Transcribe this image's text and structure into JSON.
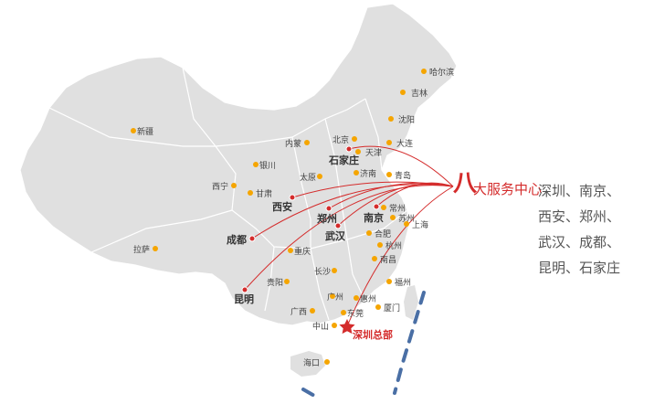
{
  "colors": {
    "land": "#e0e0e0",
    "border": "#ffffff",
    "accent": "#d42b2b",
    "city_dot": "#f5a500",
    "text": "#444444",
    "coast_dash": "#4a6fa5"
  },
  "headquarters": {
    "label": "深圳总部"
  },
  "service_centers": [
    {
      "id": "shijiazhuang",
      "label": "石家庄"
    },
    {
      "id": "xian",
      "label": "西安"
    },
    {
      "id": "zhengzhou",
      "label": "郑州"
    },
    {
      "id": "nanjing",
      "label": "南京"
    },
    {
      "id": "wuhan",
      "label": "武汉"
    },
    {
      "id": "chengdu",
      "label": "成都"
    },
    {
      "id": "kunming",
      "label": "昆明"
    }
  ],
  "cities": [
    {
      "label": "哈尔滨"
    },
    {
      "label": "吉林"
    },
    {
      "label": "沈阳"
    },
    {
      "label": "大连"
    },
    {
      "label": "北京"
    },
    {
      "label": "天津"
    },
    {
      "label": "内蒙"
    },
    {
      "label": "新疆"
    },
    {
      "label": "银川"
    },
    {
      "label": "太原"
    },
    {
      "label": "济南"
    },
    {
      "label": "青岛"
    },
    {
      "label": "西宁"
    },
    {
      "label": "甘肃"
    },
    {
      "label": "常州"
    },
    {
      "label": "苏州"
    },
    {
      "label": "上海"
    },
    {
      "label": "合肥"
    },
    {
      "label": "杭州"
    },
    {
      "label": "拉萨"
    },
    {
      "label": "重庆"
    },
    {
      "label": "南昌"
    },
    {
      "label": "长沙"
    },
    {
      "label": "福州"
    },
    {
      "label": "贵阳"
    },
    {
      "label": "广州"
    },
    {
      "label": "惠州"
    },
    {
      "label": "厦门"
    },
    {
      "label": "广西"
    },
    {
      "label": "东莞"
    },
    {
      "label": "中山"
    },
    {
      "label": "海口"
    }
  ],
  "legend": {
    "badge": "八",
    "title": "大服务中心",
    "lines": [
      "深圳、南京、",
      "西安、郑州、",
      "武汉、成都、",
      "昆明、石家庄"
    ]
  }
}
